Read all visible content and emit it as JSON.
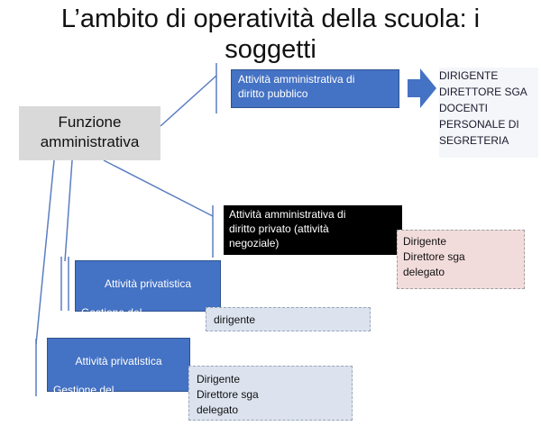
{
  "title": "L’ambito di operatività della scuola: i\nsoggetti",
  "funzione": "Funzione\namministrativa",
  "pubblico": "Attività amministrativa di\ndiritto pubblico",
  "soggetti_pubblico": "DIRIGENTE\nDIRETTORE SGA\nDOCENTI\nPERSONALE DI\nSEGRETERIA",
  "privato": "Attività amministrativa di\ndiritto privato (attività\nnegoziale)",
  "soggetti_privato": "Dirigente\nDirettore sga\ndelegato",
  "rapporto": {
    "title": "Attività privatistica",
    "body": "Gestione del\nrapporto di lavoro",
    "soggetto": "dirigente"
  },
  "personale": {
    "title": "Attività privatistica",
    "body": "Gestione del\npersonale",
    "soggetti": "Dirigente\nDirettore sga\ndelegato"
  },
  "colors": {
    "blue_box": "#4472c4",
    "line": "#5b7ec2",
    "gray_box": "#d9d9d9",
    "black_box": "#000000",
    "pink_box": "#f2dcdb",
    "light_blue_box": "#dce3ef"
  }
}
